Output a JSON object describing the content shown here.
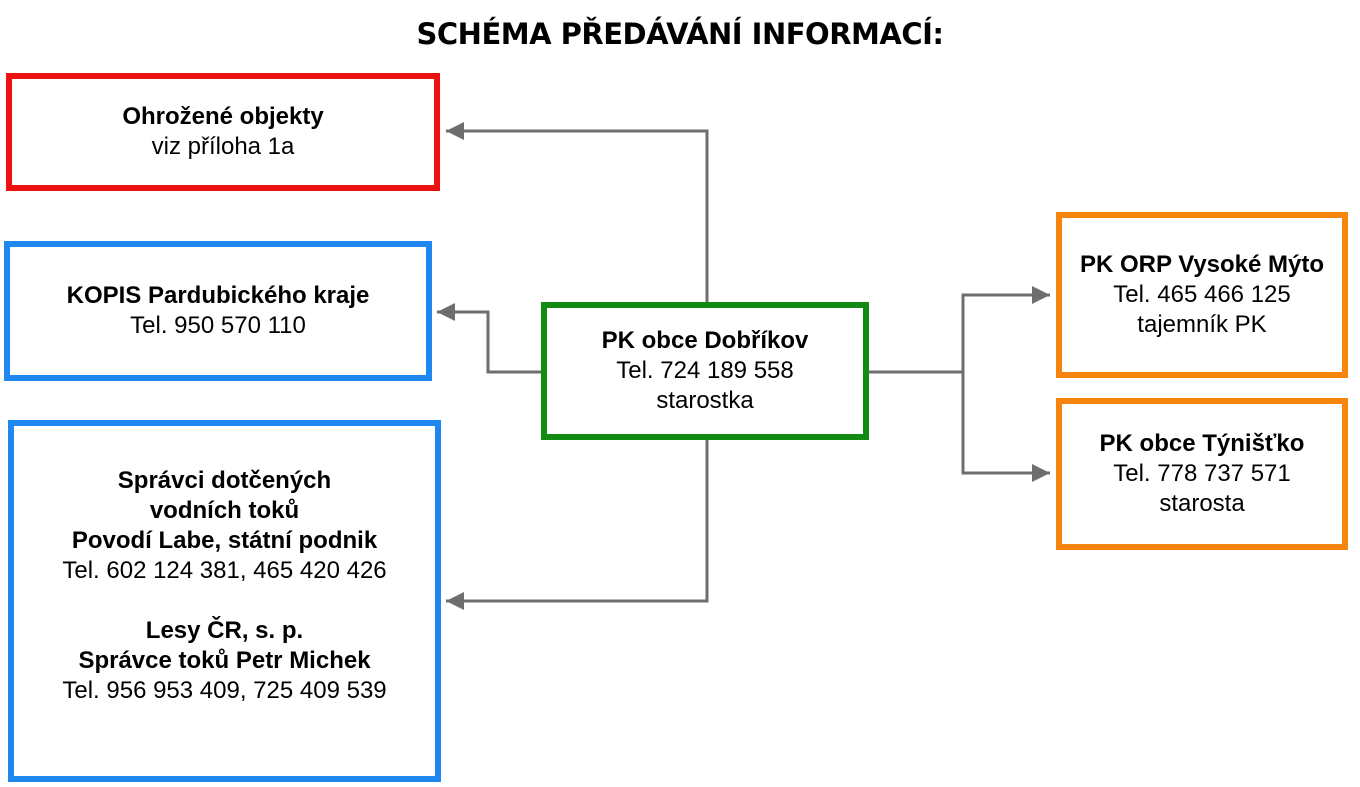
{
  "title": "SCHÉMA PŘEDÁVÁNÍ INFORMACÍ:",
  "colors": {
    "red": "#ee1111",
    "blue": "#1e88f0",
    "green": "#138a13",
    "orange": "#f5850f",
    "connector": "#6e6e6e"
  },
  "nodes": {
    "threatened": {
      "heading": "Ohrožené objekty",
      "line1": "viz příloha 1a"
    },
    "kopis": {
      "heading": "KOPIS Pardubického kraje",
      "line1": "Tel. 950 570 110"
    },
    "center": {
      "heading": "PK obce Dobříkov",
      "line1": "Tel. 724 189 558",
      "line2": "starostka"
    },
    "orp": {
      "heading": "PK ORP Vysoké Mýto",
      "line1": "Tel. 465 466 125",
      "line2": "tajemník PK"
    },
    "tynistko": {
      "heading": "PK obce Týnišťko",
      "line1": "Tel. 778 737 571",
      "line2": "starosta"
    },
    "water": {
      "heading1": "Správci dotčených",
      "heading2": "vodních toků",
      "heading3": "Povodí Labe, státní podnik",
      "phone1": "Tel. 602 124 381, 465 420 426",
      "heading4": "Lesy ČR, s. p.",
      "heading5": "Správce toků Petr Michek",
      "phone2": "Tel. 956 953 409, 725 409 539"
    }
  }
}
